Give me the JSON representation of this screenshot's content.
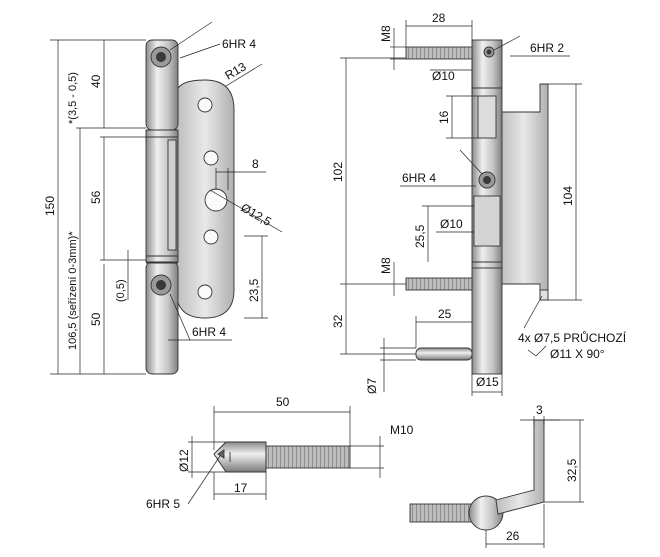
{
  "dimensions": {
    "front": {
      "hr_top": "6HR 4",
      "r13": "R13",
      "d40": "40",
      "tol_35": "*(3,5 - 0,5)",
      "d150": "150",
      "d56": "56",
      "adjust": "106,5 (seřízení 0-3mm)*",
      "d8": "8",
      "d125": "Ø12,5",
      "d05": "(0,5)",
      "d235": "23,5",
      "d50": "50",
      "hr_bottom": "6HR 4"
    },
    "side": {
      "m8_top": "M8",
      "d28": "28",
      "hr2": "6HR 2",
      "d10_top": "Ø10",
      "d16": "16",
      "d102": "102",
      "hr4": "6HR 4",
      "d104": "104",
      "d10_mid": "Ø10",
      "d255": "25,5",
      "m8_bottom": "M8",
      "d25": "25",
      "d32": "32",
      "d7": "Ø7",
      "d15": "Ø15",
      "holes": "4x Ø7,5 PRŮCHOZÍ",
      "csk": "Ø11 X 90°"
    },
    "pin": {
      "d50": "50",
      "m10": "M10",
      "d12": "Ø12",
      "hr5": "6HR 5",
      "d17": "17"
    },
    "bracket": {
      "d3": "3",
      "d325": "32,5",
      "d26": "26"
    }
  },
  "colors": {
    "metal_light": "#e6e6e6",
    "metal_mid": "#b8b8b8",
    "metal_dark": "#7d7d7d",
    "line": "#222222"
  }
}
